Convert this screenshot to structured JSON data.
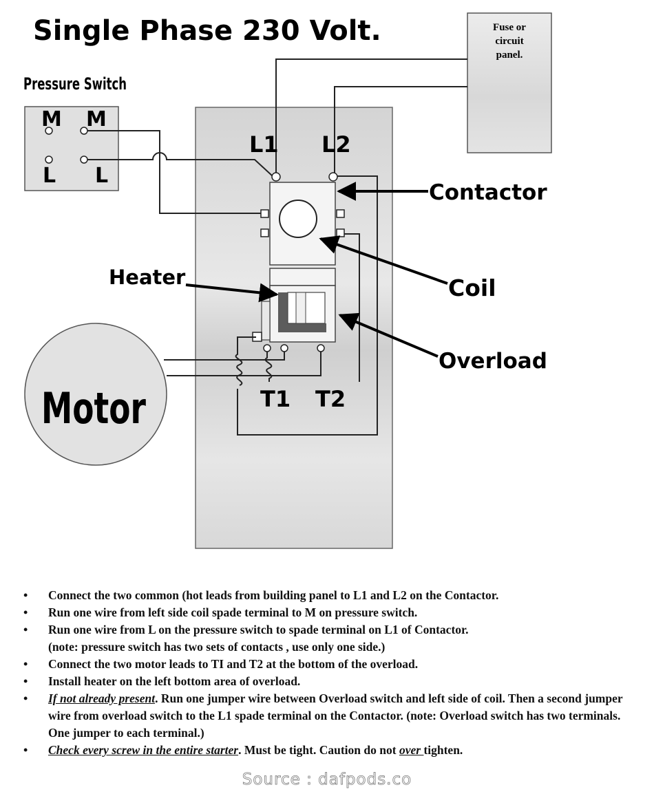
{
  "title": "Single Phase 230 Volt.",
  "fuse_panel": {
    "line1": "Fuse or",
    "line2": "circuit",
    "line3": "panel."
  },
  "pressure_switch": {
    "label": "Pressure Switch",
    "terminals": {
      "m_left": "M",
      "m_right": "M",
      "l_left": "L",
      "l_right": "L"
    }
  },
  "terminals": {
    "l1": "L1",
    "l2": "L2",
    "t1": "T1",
    "t2": "T2"
  },
  "callouts": {
    "contactor": "Contactor",
    "coil": "Coil",
    "heater": "Heater",
    "overload": "Overload"
  },
  "motor": "Motor",
  "instructions": {
    "i1": "Connect the two common (hot leads from building panel to L1 and L2 on the Contactor.",
    "i2": "Run one wire from left side coil  spade terminal  to M  on pressure switch.",
    "i3a": "Run one wire from L on the pressure switch to spade terminal on L1 of Contactor.",
    "i3b": "(note: pressure switch has two sets of contacts , use only one side.)",
    "i4": "Connect the two motor leads to TI and T2 at the bottom of the overload.",
    "i5": "Install heater on the left bottom area of overload.",
    "i6_em": "If not already present",
    "i6_rest": ". Run one jumper wire between Overload switch and  left side of coil. Then a second jumper wire from overload switch to the L1 spade terminal on the Contactor. (note: Overload switch has two terminals. One jumper to each terminal.)",
    "i7_em": "Check every screw in the entire starter",
    "i7_mid": ". Must be tight. Caution do not ",
    "i7_ul": "over ",
    "i7_end": "tighten."
  },
  "source": "Source : dafpods.co",
  "colors": {
    "panel": "#dcdcdc",
    "panel_dark": "#cfcfcf",
    "motor": "#e2e2e2",
    "heater_fill": "#5c5c5c"
  }
}
